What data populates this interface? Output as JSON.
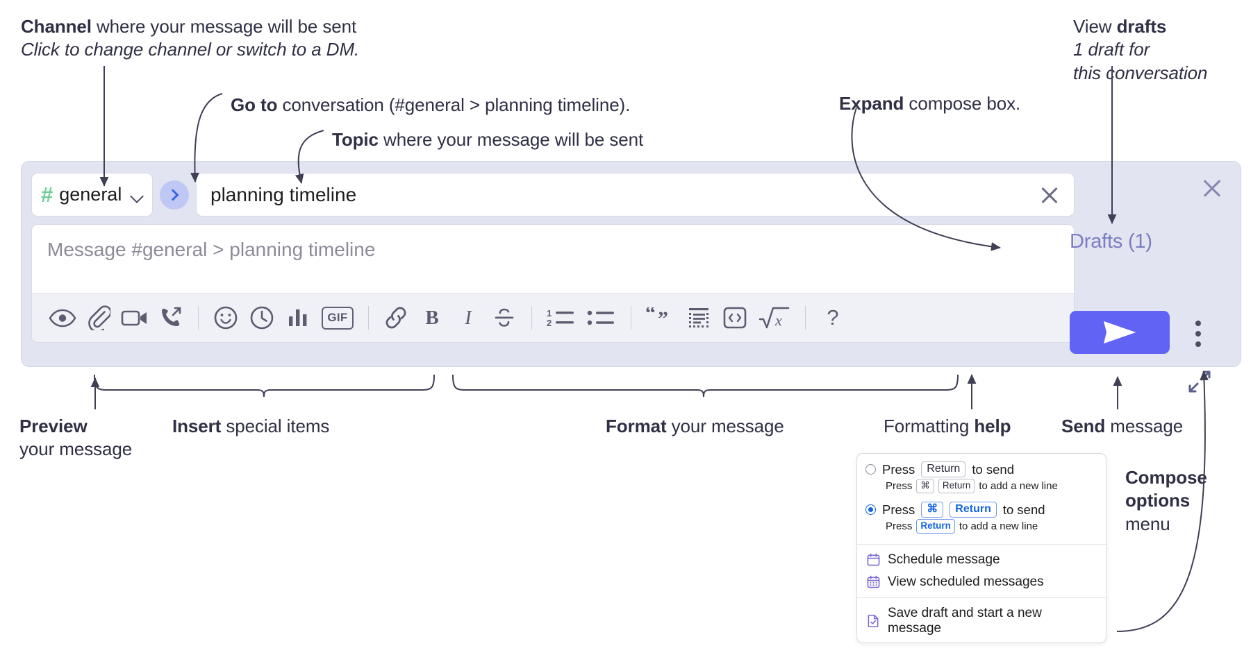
{
  "annotations": {
    "channel": {
      "bold": "Channel",
      "rest": " where your message will be sent",
      "italic": "Click to change channel or switch to a DM."
    },
    "goto": {
      "bold": "Go to",
      "rest": " conversation (#general > planning timeline)."
    },
    "topic": {
      "bold": "Topic",
      "rest": " where your message will be sent"
    },
    "expand": {
      "bold": "Expand",
      "rest": " compose box."
    },
    "drafts": {
      "plain": "View ",
      "bold": "drafts",
      "italic1": "1 draft for",
      "italic2": "this conversation"
    },
    "preview": {
      "bold": "Preview",
      "rest": "your message"
    },
    "insert": {
      "bold": "Insert",
      "rest": " special items"
    },
    "format": {
      "bold": "Format",
      "rest": " your message"
    },
    "help": {
      "plain": "Formatting ",
      "bold": "help"
    },
    "send": {
      "bold": "Send",
      "rest": " message"
    },
    "compose_options": {
      "bold1": "Compose",
      "bold2": "options",
      "rest": "menu"
    }
  },
  "compose": {
    "channel": {
      "hash": "#",
      "name": "general",
      "chevron_icon": "chevron-down-icon"
    },
    "goto_icon": "chevron-right-icon",
    "topic": {
      "value": "planning timeline",
      "clear_icon": "close-icon"
    },
    "message": {
      "placeholder": "Message #general > planning timeline",
      "value": ""
    },
    "expand_icon": "expand-diagonal-icon",
    "panel_close_icon": "close-icon",
    "drafts_label": "Drafts (1)",
    "send_icon": "paper-plane-icon",
    "kebab_icon": "more-vertical-icon",
    "toolbar": [
      {
        "name": "preview-button",
        "icon": "eye-icon",
        "label": "Preview"
      },
      {
        "name": "attach-button",
        "icon": "paperclip-icon",
        "label": "Attach file"
      },
      {
        "name": "video-clip-button",
        "icon": "video-camera-icon",
        "label": "Record video clip"
      },
      {
        "name": "audio-clip-button",
        "icon": "phone-arrow-icon",
        "label": "Record audio clip"
      },
      {
        "name": "separator-1",
        "icon": "divider",
        "label": ""
      },
      {
        "name": "emoji-button",
        "icon": "smiley-icon",
        "label": "Emoji"
      },
      {
        "name": "reminder-button",
        "icon": "clock-icon",
        "label": "Reminder"
      },
      {
        "name": "poll-button",
        "icon": "bar-chart-icon",
        "label": "Poll"
      },
      {
        "name": "gif-button",
        "icon": "gif-icon",
        "label": "GIF"
      },
      {
        "name": "separator-2",
        "icon": "divider",
        "label": ""
      },
      {
        "name": "link-button",
        "icon": "link-icon",
        "label": "Link"
      },
      {
        "name": "bold-button",
        "icon": "bold-icon",
        "label": "B"
      },
      {
        "name": "italic-button",
        "icon": "italic-icon",
        "label": "I"
      },
      {
        "name": "strikethrough-button",
        "icon": "strikethrough-icon",
        "label": "S"
      },
      {
        "name": "separator-3",
        "icon": "divider",
        "label": ""
      },
      {
        "name": "ordered-list-button",
        "icon": "ordered-list-icon",
        "label": "Ordered list"
      },
      {
        "name": "bulleted-list-button",
        "icon": "bulleted-list-icon",
        "label": "Bulleted list"
      },
      {
        "name": "blockquote-button",
        "icon": "quote-icon",
        "label": "Blockquote"
      },
      {
        "name": "code-block-button",
        "icon": "code-block-icon",
        "label": "Code block"
      },
      {
        "name": "inline-code-button",
        "icon": "angle-brackets-icon",
        "label": "Code"
      },
      {
        "name": "math-button",
        "icon": "square-root-icon",
        "label": "Math"
      },
      {
        "name": "separator-4",
        "icon": "divider",
        "label": ""
      },
      {
        "name": "formatting-help-button",
        "icon": "question-mark-icon",
        "label": "?"
      }
    ]
  },
  "compose_menu": {
    "options": [
      {
        "selected": false,
        "main_pre": "Press",
        "main_key": "Return",
        "main_post": "to send",
        "sub_pre": "Press",
        "sub_key1": "⌘",
        "sub_key2": "Return",
        "sub_post": "to add a new line"
      },
      {
        "selected": true,
        "main_pre": "Press",
        "main_key1": "⌘",
        "main_key2": "Return",
        "main_post": "to send",
        "sub_pre": "Press",
        "sub_key": "Return",
        "sub_post": "to add a new line"
      }
    ],
    "items": [
      {
        "icon": "calendar-clock-icon",
        "label": "Schedule message"
      },
      {
        "icon": "calendar-grid-icon",
        "label": "View scheduled messages"
      },
      {
        "icon": "document-check-icon",
        "label": "Save draft and start a new message"
      }
    ]
  },
  "colors": {
    "panel_bg": "#e2e4f2",
    "hash_green": "#6fcf97",
    "goto_blue": "#3a63e8",
    "send_purple": "#6163f5",
    "drafts_purple": "#7b7dc0",
    "menu_accent_blue": "#1264e4",
    "menu_icon_purple": "#7b67d6",
    "text_dark": "#2f2f45"
  }
}
